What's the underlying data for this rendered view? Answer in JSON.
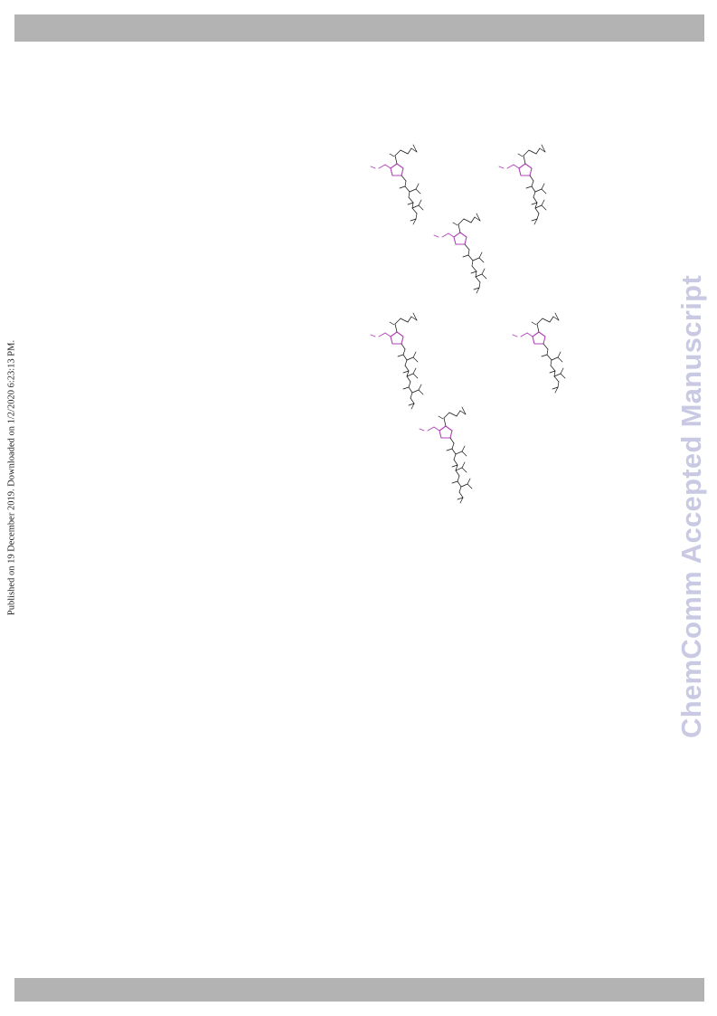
{
  "page": {
    "header_bar_color": "#b3b3b3",
    "footer_bar_color": "#b3b3b3"
  },
  "sidebar_left": {
    "text": "Published on 19 December 2019. Downloaded on 1/2/2020 6:23:13 PM."
  },
  "watermark": {
    "text": "ChemComm Accepted Manuscript",
    "color": "#c9c9e3"
  },
  "figure": {
    "type": "chemical-structures",
    "structure_count": 6,
    "highlight_color": "#b040b8",
    "bond_color": "#111111"
  }
}
